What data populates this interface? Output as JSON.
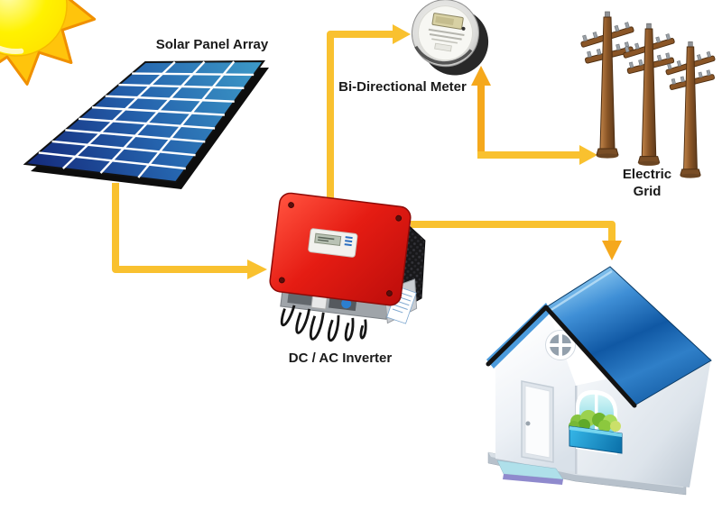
{
  "diagram": {
    "type": "flow-diagram",
    "background": "#FFFFFF",
    "nodes": [
      {
        "id": "sun",
        "icon": "sun-icon",
        "label": ""
      },
      {
        "id": "solar-panel-array",
        "icon": "solar-panel-icon",
        "label": "Solar Panel Array"
      },
      {
        "id": "bi-directional-meter",
        "icon": "electric-meter-icon",
        "label": "Bi-Directional Meter"
      },
      {
        "id": "electric-grid",
        "icon": "utility-poles-icon",
        "label": "Electric Grid"
      },
      {
        "id": "dc-ac-inverter",
        "icon": "inverter-icon",
        "label": "DC / AC Inverter"
      },
      {
        "id": "house",
        "icon": "house-icon",
        "label": ""
      }
    ],
    "connections": [
      {
        "from": "solar-panel-array",
        "to": "dc-ac-inverter",
        "style": "elbow-right"
      },
      {
        "from": "dc-ac-inverter",
        "to": "bi-directional-meter",
        "style": "elbow-up-right"
      },
      {
        "from": "meter-grid-junction",
        "to": "bi-directional-meter",
        "style": "straight-up"
      },
      {
        "from": "meter-grid-junction",
        "to": "electric-grid",
        "style": "straight-right"
      },
      {
        "from": "dc-ac-inverter",
        "to": "house",
        "style": "elbow-down"
      }
    ],
    "colors": {
      "arrow": "#F9C12F",
      "arrow_head_accent": "#F5A81C",
      "panel_dark": "#14297A",
      "panel_light": "#3D9BC8",
      "inverter_red": "#E01F1A",
      "roof_blue": "#2E86D3",
      "pole_brown": "#8A5526",
      "sun_yellow": "#FFF200"
    }
  }
}
